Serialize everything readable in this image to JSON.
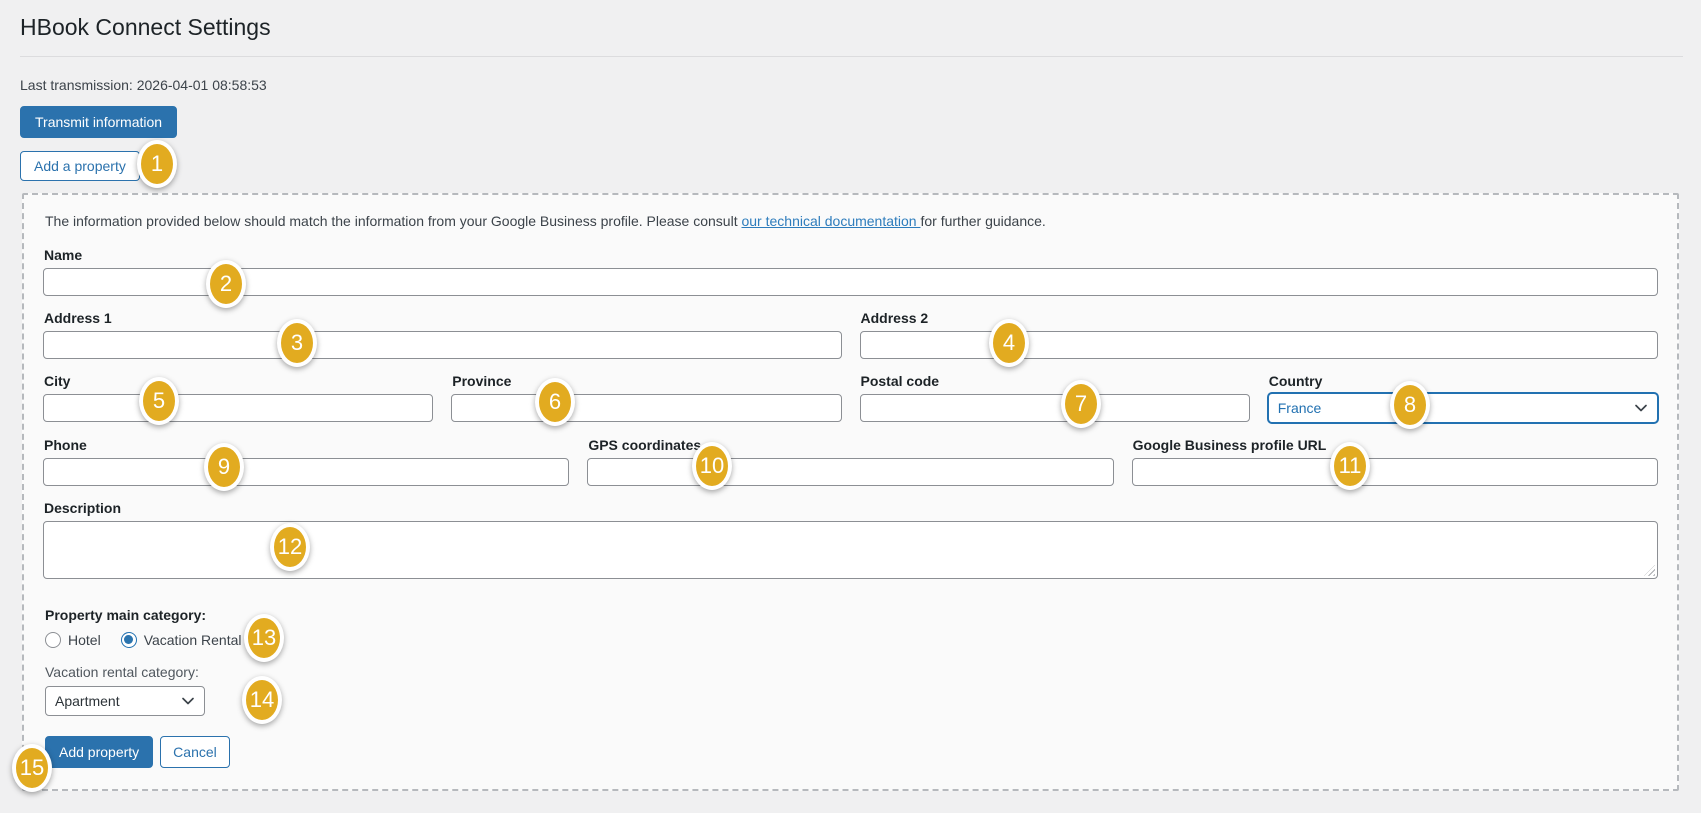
{
  "header": {
    "title": "HBook Connect Settings",
    "last_transmission": "Last transmission: 2026-04-01 08:58:53",
    "transmit_button": "Transmit information",
    "add_property_button": "Add a property"
  },
  "intro": {
    "text_before": "The information provided below should match the information from your Google Business profile. Please consult ",
    "link_text": "our technical documentation ",
    "text_after": "for further guidance."
  },
  "form": {
    "name_label": "Name",
    "address1_label": "Address 1",
    "address2_label": "Address 2",
    "city_label": "City",
    "province_label": "Province",
    "postal_label": "Postal code",
    "country_label": "Country",
    "country_value": "France",
    "phone_label": "Phone",
    "gps_label": "GPS coordinates",
    "gbp_url_label": "Google Business profile URL",
    "description_label": "Description",
    "property_main_category_label": "Property main category:",
    "radio_hotel_label": "Hotel",
    "radio_vacation_rental_label": "Vacation Rental",
    "property_main_category_selected": "Vacation Rental",
    "vacation_rental_category_label": "Vacation rental category:",
    "vacation_rental_category_value": "Apartment",
    "add_property_button": "Add property",
    "cancel_button": "Cancel"
  },
  "form_values": {
    "name": "",
    "address1": "",
    "address2": "",
    "city": "",
    "province": "",
    "postal_code": "",
    "phone": "",
    "gps_coordinates": "",
    "google_business_profile_url": "",
    "description": ""
  },
  "colors": {
    "accent_blue": "#2b72ad",
    "focus_blue": "#2271b1",
    "link_blue": "#2d7cbc",
    "badge_gold": "#e2ab20",
    "page_background": "#f0f0f1",
    "panel_background": "#fafafa"
  },
  "annotations": {
    "badges": [
      "1",
      "2",
      "3",
      "4",
      "5",
      "6",
      "7",
      "8",
      "9",
      "10",
      "11",
      "12",
      "13",
      "14",
      "15"
    ]
  }
}
